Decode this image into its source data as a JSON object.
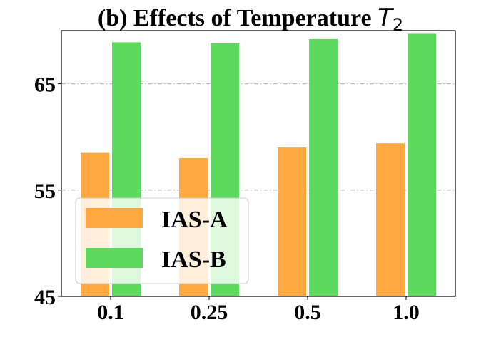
{
  "chart_data": {
    "type": "bar",
    "title": "(b) Effects of Temperature ",
    "title_math_symbol": "T",
    "title_math_subscript": "2",
    "categories": [
      "0.1",
      "0.25",
      "0.5",
      "1.0"
    ],
    "series": [
      {
        "name": "IAS-A",
        "values": [
          58.5,
          58.0,
          59.0,
          59.4
        ],
        "color": "#ffa940"
      },
      {
        "name": "IAS-B",
        "values": [
          68.9,
          68.8,
          69.2,
          69.7
        ],
        "color": "#5dd95d"
      }
    ],
    "ylim": [
      45,
      70
    ],
    "yticks": [
      "45",
      "55",
      "65"
    ],
    "grid": "horizontal dash-dot at y ticks",
    "legend_position": "lower-left",
    "xlabel": "",
    "ylabel": ""
  }
}
